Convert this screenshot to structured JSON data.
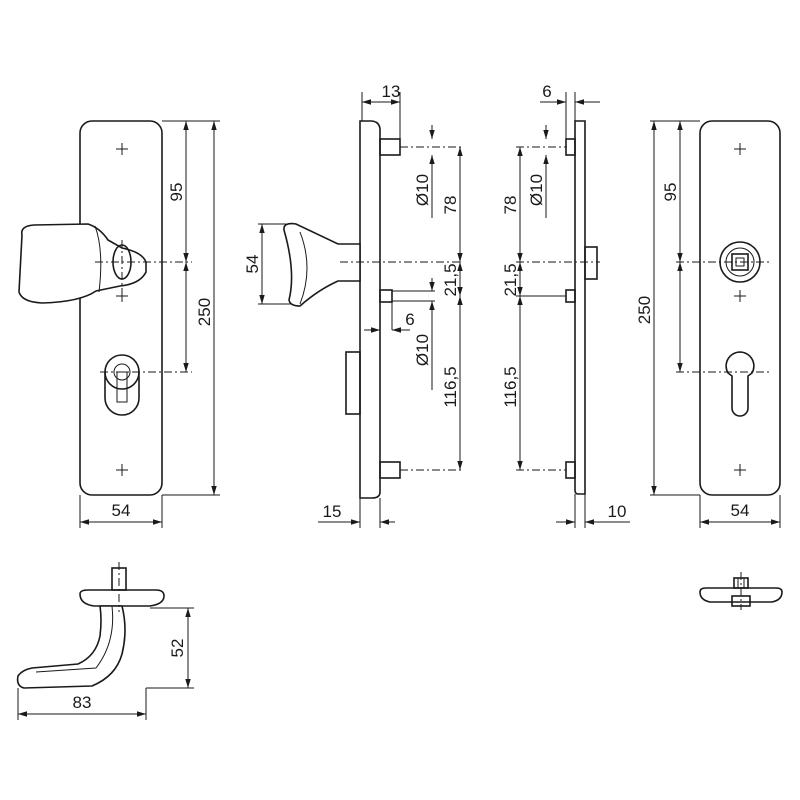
{
  "dimensions": {
    "front_width": "54",
    "front_height": "250",
    "front_spacing": "95",
    "section_offset": "13",
    "section_diameter_top": "Ø10",
    "section_upper": "78",
    "section_middle": "21,5",
    "section_pin": "6",
    "section_diameter_low": "Ø10",
    "section_lower": "116,5",
    "section_knob": "54",
    "section_thickness": "15",
    "inner_offset": "6",
    "inner_diameter": "Ø10",
    "inner_upper": "78",
    "inner_middle": "21,5",
    "inner_lower": "116,5",
    "inner_thickness": "10",
    "back_height": "250",
    "back_spacing": "95",
    "back_width": "54",
    "handle_height": "52",
    "handle_length": "83"
  }
}
